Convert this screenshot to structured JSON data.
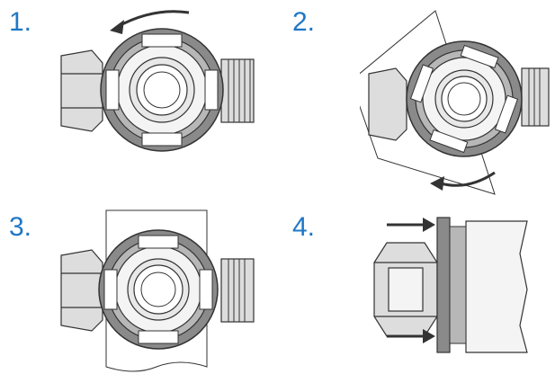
{
  "steps": [
    {
      "number": "1.",
      "description": "rotate-counterclockwise"
    },
    {
      "number": "2.",
      "description": "rotate-tilted-clockwise"
    },
    {
      "number": "3.",
      "description": "front-view-aligned"
    },
    {
      "number": "4.",
      "description": "side-view-press"
    }
  ],
  "colors": {
    "step_number": "#1f77c6",
    "outline": "#333333",
    "ring_fill": "#8a8a8a",
    "ring_light": "#b7b7b7",
    "hex_fill": "#d9d9d9",
    "body_fill": "#f4f4f4"
  },
  "icons": {
    "arrow": "curved-arrow-icon",
    "press": "arrow-right-icon"
  }
}
